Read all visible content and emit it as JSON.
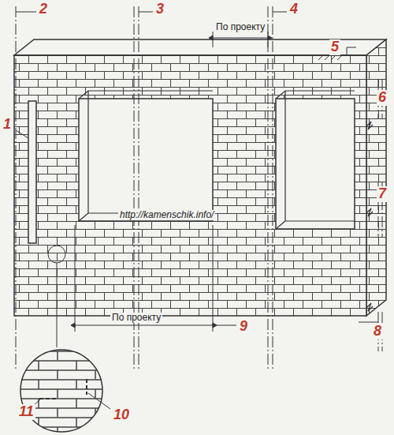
{
  "diagram": {
    "labels": [
      "2",
      "3",
      "По проекту",
      "4",
      "5",
      "1",
      "6",
      "7",
      "http://kamenschik.info/",
      "По проекту",
      "9",
      "8",
      "11",
      "10"
    ]
  }
}
